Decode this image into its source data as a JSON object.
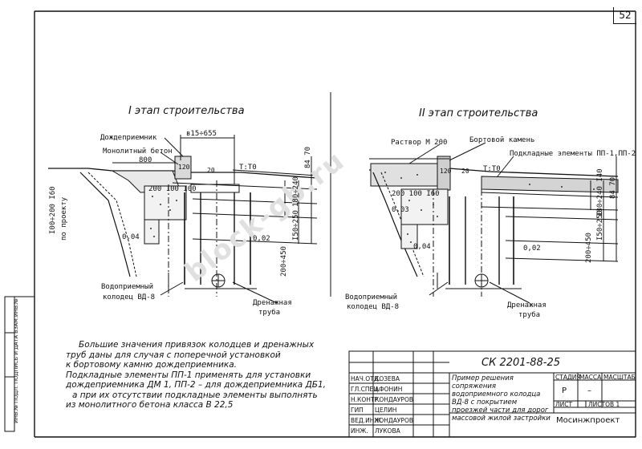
{
  "page_number": "52",
  "watermark": "block-gb.ru",
  "stage1": {
    "title": "I этап строительства",
    "labels": {
      "inlet": "Дождеприемник",
      "monolith": "Монолитный бетон",
      "dim_800": "800",
      "dim_top": "в15÷655",
      "dim_120": "120",
      "dim_20": "20",
      "elev": "Т:Т0",
      "dim_84_70": "84 70",
      "dim_200_100": "200 100 I00",
      "dim_180_240": "180÷240",
      "dim_150_250": "I50÷250",
      "dim_left": "I00÷200 I60",
      "by_design": "по проекту",
      "dim_200_450": "200÷450",
      "slope1": "0,04",
      "slope2": "0,02",
      "well_label1": "Водоприемный",
      "well_label2": "колодец ВД-8",
      "drain1": "Дренажная",
      "drain2": "труба"
    }
  },
  "stage2": {
    "title": "II этап строительства",
    "labels": {
      "mortar": "Раствор М 200",
      "curb": "Бортовой камень",
      "sub_elems": "Подкладные элементы ПП-1,ПП-2",
      "dim_120": "120",
      "dim_20": "20",
      "elev": "Т:Т0",
      "dim_200_100": "200 100 I60",
      "dim_180_240": "I80÷240 I40",
      "dim_150_250": "I50÷250",
      "dim_84_70": "84 70",
      "slope1": "0,03",
      "slope2": "0,04",
      "slope3": "0,02",
      "dim_200_450": "200÷450",
      "well_label1": "Водоприемный",
      "well_label2": "колодец ВД-8",
      "drain1": "Дренажная",
      "drain2": "труба"
    }
  },
  "notes": [
    "Большие значения привязок колодцев и дренажных",
    "труб даны для случая с поперечной установкой",
    "к бортовому камню дождеприемника.",
    "Подкладные элементы ПП-1 применять для установки",
    "дождеприемника ДМ 1, ПП-2 – для дождеприемника ДБ1,",
    "а при их отсутствии подкладные элементы выполнять",
    "из монолитного бетона класса В 22,5"
  ],
  "title_block": {
    "code": "СК 2201-88-25",
    "description": "Пример решения сопряжения водоприемного колодца ВД-8 с покрытием проезжей части для дорог массовой жилой застройки",
    "roles": [
      "НАЧ.ОТД.",
      "ГЛ.СПЕЦ.",
      "Н.КОНТР.",
      "ГИП",
      "ВЕД.ИНЖ.",
      "ИНЖ."
    ],
    "names": [
      "КОЗЕВА",
      "АФОНИН",
      "КОНДАУРОВ",
      "ЦЕЛИН",
      "КОНДАУРОВ",
      "ЛУКОВА"
    ],
    "col_stage": "СТАДИЯ",
    "col_mass": "МАССА",
    "col_scale": "МАСШТАБ",
    "stage_value": "Р",
    "mass_value": "–",
    "sheet_label": "ЛИСТ",
    "sheets_label": "ЛИСТОВ 1",
    "org": "Мосинжпроект"
  },
  "side_strip": "ИНВ.№ ПОДЛ.  ПОДПИСЬ И ДАТА  ВЗАМ.ИНВ.№"
}
